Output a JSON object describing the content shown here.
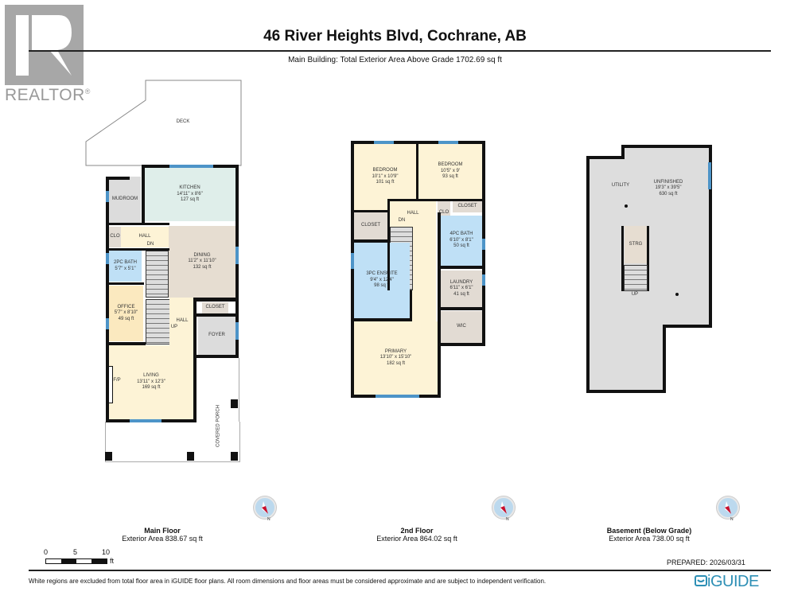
{
  "header": {
    "title": "46 River Heights Blvd, Cochrane, AB",
    "subtitle": "Main Building: Total Exterior Area Above Grade 1702.69 sq ft"
  },
  "logo": {
    "brand": "REALTOR",
    "mark": "®"
  },
  "colors": {
    "wall": "#111111",
    "window": "#4d94c8",
    "kitchen": "#dfeeea",
    "living": "#fdf3d6",
    "dining": "#e6ddd1",
    "bath": "#bfe0f6",
    "office": "#fbe9bf",
    "closet": "#e2dbd3",
    "basement": "#dddddd",
    "iguide": "#2d8fb5"
  },
  "floors": {
    "main": {
      "name": "Main Floor",
      "area": "Exterior Area 838.67 sq ft",
      "rooms": {
        "deck": "DECK",
        "mudroom": "MUDROOM",
        "kitchen": {
          "name": "KITCHEN",
          "dims": "14'11\" x 8'6\"",
          "area": "127 sq ft"
        },
        "clo": "CLO",
        "hall": "HALL",
        "dn": "DN",
        "dining": {
          "name": "DINING",
          "dims": "11'2\" x 11'10\"",
          "area": "132 sq ft"
        },
        "bath2pc": {
          "name": "2PC BATH",
          "dims": "5'7\" x 5'1\""
        },
        "office": {
          "name": "OFFICE",
          "dims": "5'7\" x 8'10\"",
          "area": "49 sq ft"
        },
        "hall2": "HALL",
        "up": "UP",
        "closet": "CLOSET",
        "foyer": "FOYER",
        "living": {
          "name": "LIVING",
          "dims": "13'11\" x 12'3\"",
          "area": "169 sq ft"
        },
        "fp": "F/P",
        "porch": "COVERED PORCH"
      }
    },
    "second": {
      "name": "2nd Floor",
      "area": "Exterior Area 864.02 sq ft",
      "rooms": {
        "bedroom1": {
          "name": "BEDROOM",
          "dims": "10'1\" x 10'9\"",
          "area": "101 sq ft"
        },
        "bedroom2": {
          "name": "BEDROOM",
          "dims": "10'5\" x 9'",
          "area": "93 sq ft"
        },
        "closet1": "CLOSET",
        "closet2": "CLOSET",
        "hall": "HALL",
        "dn": "DN",
        "clo": "CLO",
        "bath4pc": {
          "name": "4PC BATH",
          "dims": "6'10\" x 8'1\"",
          "area": "50 sq ft"
        },
        "ensuite": {
          "name": "3PC ENSUITE",
          "dims": "9'4\" x 12'4\"",
          "area": "98 sq ft"
        },
        "laundry": {
          "name": "LAUNDRY",
          "dims": "6'11\" x 6'1\"",
          "area": "41 sq ft"
        },
        "wic": "WIC",
        "primary": {
          "name": "PRIMARY",
          "dims": "13'10\" x 15'10\"",
          "area": "182 sq ft"
        }
      }
    },
    "basement": {
      "name": "Basement (Below Grade)",
      "area": "Exterior Area 738.00 sq ft",
      "rooms": {
        "utility": "UTILITY",
        "unfinished": {
          "name": "UNFINISHED",
          "dims": "19'3\" x 39'5\"",
          "area": "630 sq ft"
        },
        "strg": "STRG",
        "up": "UP"
      }
    }
  },
  "compass": {
    "label": "N"
  },
  "scale": {
    "ticks": [
      "0",
      "5",
      "10"
    ],
    "unit": "ft"
  },
  "footer": {
    "prepared": "PREPARED: 2026/03/31",
    "disclaimer": "White regions are excluded from total floor area in iGUIDE floor plans. All room dimensions and floor areas must be considered approximate and are subject to independent verification.",
    "brand": "iGUIDE"
  }
}
